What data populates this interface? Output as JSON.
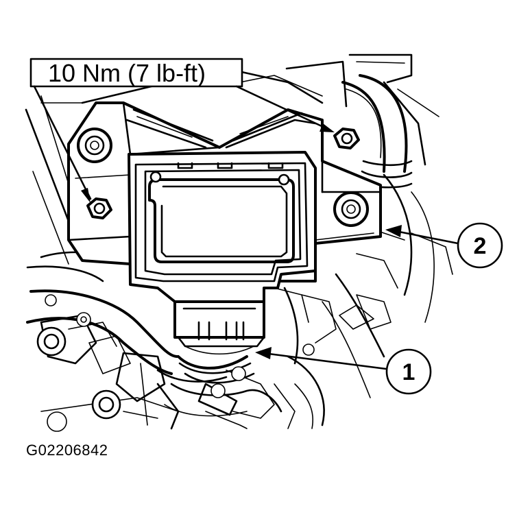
{
  "torque_label": "10 Nm (7 lb-ft)",
  "callouts": [
    {
      "number": "1"
    },
    {
      "number": "2"
    }
  ],
  "figure_id": "G02206842"
}
